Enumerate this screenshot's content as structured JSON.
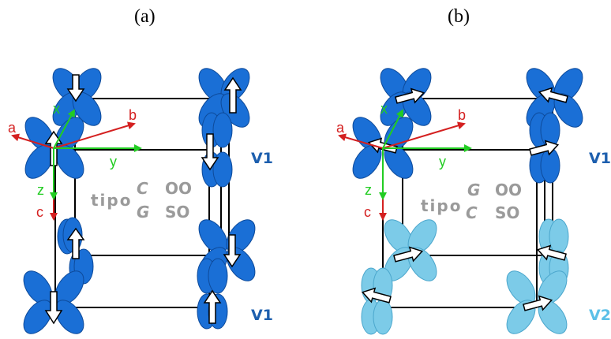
{
  "panels": [
    {
      "label": "(a)",
      "axes": {
        "a": "a",
        "b": "b",
        "c": "c",
        "x": "x",
        "y": "y",
        "z": "z"
      },
      "tipo": "tipo",
      "types": {
        "upper_letter": "C",
        "upper_order": "OO",
        "lower_letter": "G",
        "lower_order": "SO"
      },
      "sites": {
        "top": "V1",
        "bottom": "V1"
      },
      "colors": {
        "top_orbital": "#1a6fd6",
        "bottom_orbital": "#1a6fd6",
        "top_site": "#1d5fae",
        "bottom_site": "#1d5fae"
      }
    },
    {
      "label": "(b)",
      "axes": {
        "a": "a",
        "b": "b",
        "c": "c",
        "x": "x",
        "y": "y",
        "z": "z"
      },
      "tipo": "tipo",
      "types": {
        "upper_letter": "G",
        "upper_order": "OO",
        "lower_letter": "C",
        "lower_order": "SO"
      },
      "sites": {
        "top": "V1",
        "bottom": "V2"
      },
      "colors": {
        "top_orbital": "#1a6fd6",
        "bottom_orbital": "#7ccbe8",
        "top_site": "#1d5fae",
        "bottom_site": "#5cc0e8"
      }
    }
  ],
  "colors": {
    "crystal_axes": "#d42020",
    "local_axes": "#22cc22",
    "frame": "#000000",
    "type_text": "#9a9a9a"
  }
}
